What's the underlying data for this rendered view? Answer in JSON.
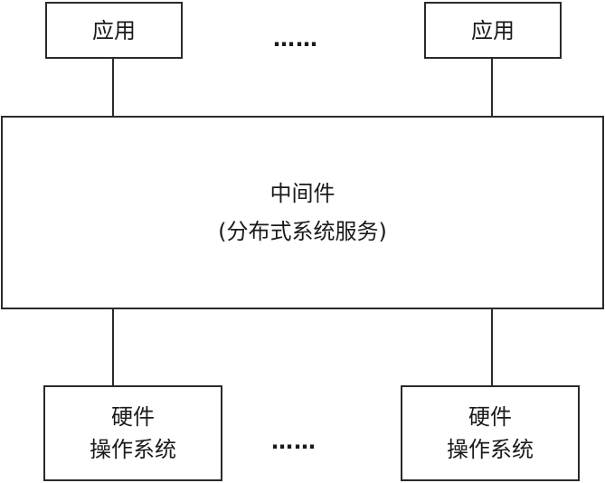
{
  "applications": {
    "left_label": "应用",
    "right_label": "应用",
    "ellipsis": "……"
  },
  "middleware": {
    "title": "中间件",
    "subtitle": "(分布式系统服务)"
  },
  "platforms": {
    "left_line1": "硬件",
    "left_line2": "操作系统",
    "right_line1": "硬件",
    "right_line2": "操作系统",
    "ellipsis": "……"
  }
}
